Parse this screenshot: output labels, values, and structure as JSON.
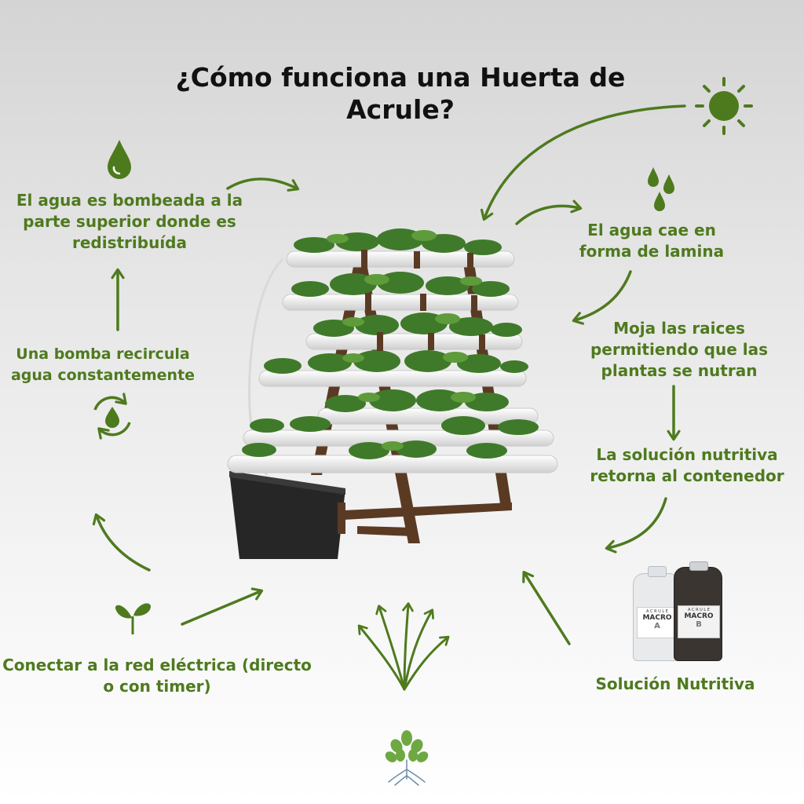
{
  "title": "¿Cómo funciona una Huerta de Acrule?",
  "steps": {
    "pumped": "El agua es bombeada a la parte superior donde es redistribuída",
    "falls": "El agua cae en forma de lamina",
    "roots": "Moja las raices permitiendo que las plantas se nutran",
    "returns": "La solución nutritiva retorna al contenedor",
    "pump": "Una bomba recircula agua constantemente",
    "power": "Conectar a la red eléctrica (directo o con timer)",
    "nutrient": "Solución Nutritiva"
  },
  "bottles": [
    {
      "brand": "A C R U L E",
      "name": "MACRO",
      "letter": "A",
      "color": "#e9eaec"
    },
    {
      "brand": "A C R U L E",
      "name": "MACRO",
      "letter": "B",
      "color": "#3a3531"
    }
  ],
  "colors": {
    "accent": "#4e7a1e",
    "title": "#111111"
  },
  "icons": [
    "water-drop-icon",
    "sun-icon",
    "rain-drops-icon",
    "pump-cycle-icon",
    "seedling-icon",
    "grass-icon",
    "tree-logo-icon"
  ]
}
